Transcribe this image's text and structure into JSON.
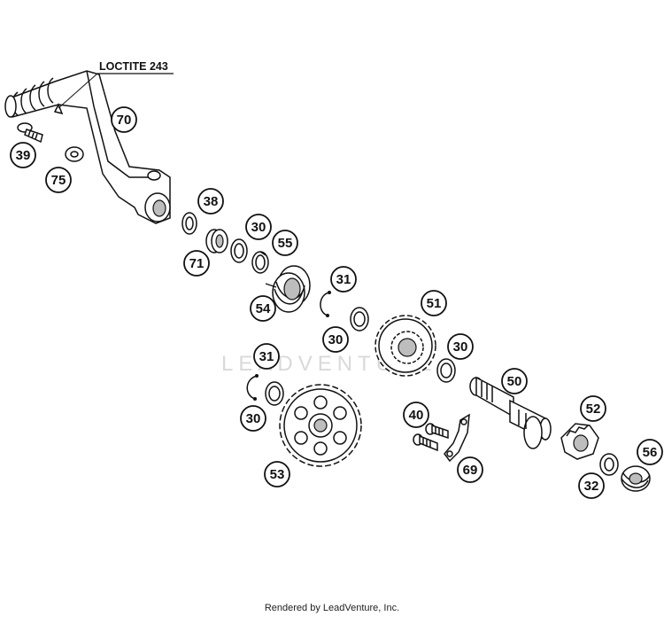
{
  "diagram": {
    "note_label": "LOCTITE 243",
    "watermark": "LEADVENTURE",
    "footer": "Rendered by LeadVenture, Inc.",
    "callouts": {
      "c39": "39",
      "c75": "75",
      "c70": "70",
      "c38": "38",
      "c71": "71",
      "c30a": "30",
      "c55": "55",
      "c31a": "31",
      "c54": "54",
      "c30b": "30",
      "c51": "51",
      "c30c": "30",
      "c31b": "31",
      "c30d": "30",
      "c53": "53",
      "c40": "40",
      "c69": "69",
      "c50": "50",
      "c52": "52",
      "c32": "32",
      "c56": "56"
    }
  }
}
